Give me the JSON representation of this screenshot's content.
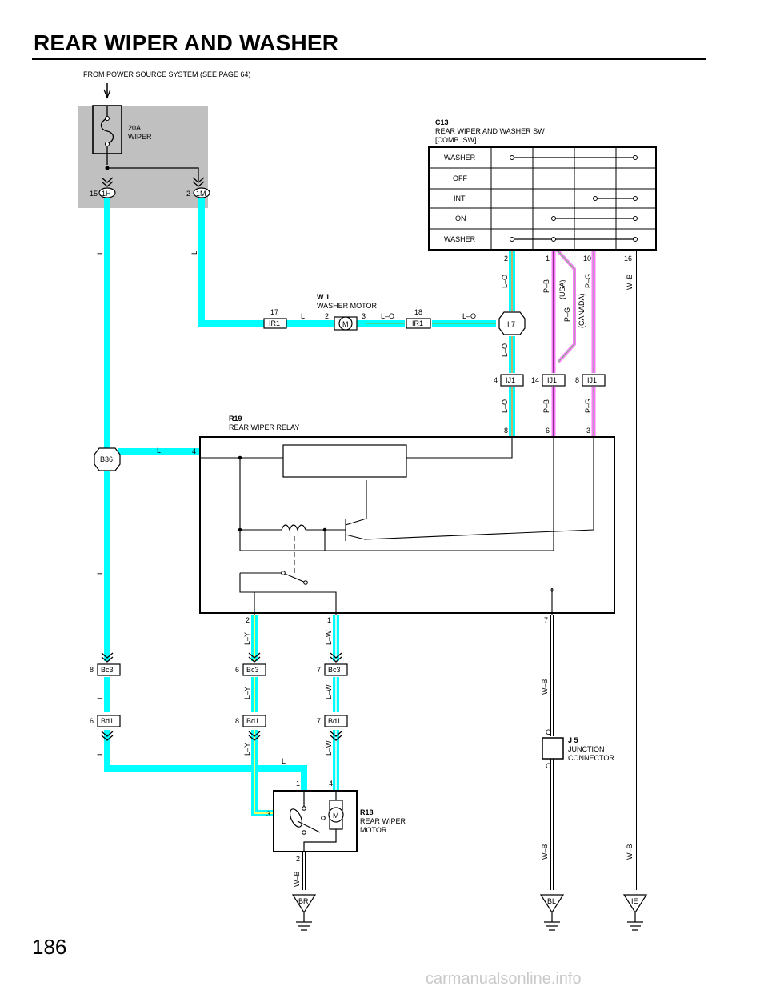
{
  "title": "REAR WIPER AND WASHER",
  "page_number": "186",
  "watermark": "carmanualsonline.info",
  "power_source": "FROM POWER SOURCE SYSTEM (SEE PAGE 64)",
  "colors": {
    "cyan_wire": "#00ffff",
    "fuse_box_gray": "#c0c0c0",
    "pink_wire": "#ff77ff",
    "yellow_stripe": "#ffff66",
    "green_stripe": "#66cc66"
  },
  "fuse": {
    "rating": "20A",
    "name": "WIPER"
  },
  "junction_block_pins": {
    "left_pin": "15",
    "left_conn": "1H",
    "right_pin": "2",
    "right_conn": "1M"
  },
  "switch": {
    "code": "C13",
    "name": "REAR WIPER AND WASHER SW",
    "sub": "[COMB.  SW]",
    "positions": [
      "WASHER",
      "OFF",
      "INT",
      "ON",
      "WASHER"
    ],
    "pins": [
      "2",
      "1",
      "10",
      "16"
    ]
  },
  "washer_motor": {
    "code": "W 1",
    "name": "WASHER MOTOR",
    "pin_left": "2",
    "pin_right": "3",
    "symbol": "M"
  },
  "connectors": {
    "ir1_left": {
      "pin": "17",
      "label": "IR1"
    },
    "ir1_right": {
      "pin": "18",
      "label": "IR1"
    },
    "i7": "I 7",
    "ij1_a": {
      "pin": "4",
      "label": "IJ1"
    },
    "ij1_b": {
      "pin": "14",
      "label": "IJ1"
    },
    "ij1_c": {
      "pin": "8",
      "label": "IJ1"
    },
    "b36": "B36",
    "bc3_a": {
      "pin": "8",
      "label": "Bc3"
    },
    "bc3_b": {
      "pin": "6",
      "label": "Bc3"
    },
    "bc3_c": {
      "pin": "7",
      "label": "Bc3"
    },
    "bd1_a": {
      "pin": "6",
      "label": "Bd1"
    },
    "bd1_b": {
      "pin": "8",
      "label": "Bd1"
    },
    "bd1_c": {
      "pin": "7",
      "label": "Bd1"
    }
  },
  "relay": {
    "code": "R19",
    "name": "REAR WIPER RELAY",
    "pins": {
      "p4": "4",
      "p8": "8",
      "p6": "6",
      "p3": "3",
      "p2": "2",
      "p1": "1",
      "p7": "7"
    }
  },
  "wiper_motor": {
    "code": "R18",
    "name_line1": "REAR WIPER",
    "name_line2": "MOTOR",
    "pins": {
      "p1": "1",
      "p4": "4",
      "p3": "3",
      "p2": "2"
    },
    "symbol": "M"
  },
  "junction_connector": {
    "code": "J 5",
    "name_line1": "JUNCTION",
    "name_line2": "CONNECTOR",
    "pin": "C"
  },
  "grounds": [
    "BR",
    "BL",
    "IE"
  ],
  "wire_colors": {
    "L": "L",
    "LO": "L–O",
    "PB": "P–B",
    "PG": "P–G",
    "WB": "W–B",
    "LY": "L–Y",
    "LW": "L–W"
  },
  "region_notes": {
    "usa": "(USA)",
    "canada": "(CANADA)"
  }
}
